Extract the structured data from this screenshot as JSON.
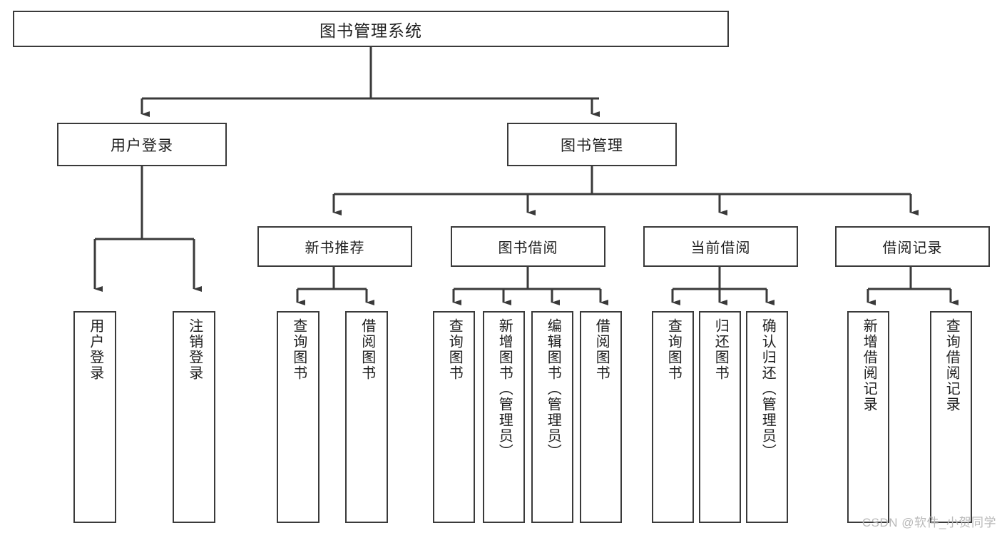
{
  "diagram": {
    "title": "图书管理系统",
    "type": "tree-hierarchy",
    "watermark": "CSDN @软件_小贺同学",
    "colors": {
      "box_border": "#3a3a3a",
      "text": "#1f1f1f",
      "background": "#ffffff",
      "connector": "#3a3a3a",
      "watermark": "#b9b9b9"
    },
    "nodes": {
      "root": {
        "label": "图书管理系统"
      },
      "level1": [
        {
          "label": "用户登录"
        },
        {
          "label": "图书管理"
        }
      ],
      "level2": [
        {
          "label": "新书推荐"
        },
        {
          "label": "图书借阅"
        },
        {
          "label": "当前借阅"
        },
        {
          "label": "借阅记录"
        }
      ],
      "leaves": {
        "user_login": [
          {
            "label": "用户登录"
          },
          {
            "label": "注销登录"
          }
        ],
        "new_book_recommend": [
          {
            "label": "查询图书"
          },
          {
            "label": "借阅图书"
          }
        ],
        "book_borrow": [
          {
            "label": "查询图书"
          },
          {
            "label": "新增图书（管理员）"
          },
          {
            "label": "编辑图书（管理员）"
          },
          {
            "label": "借阅图书"
          }
        ],
        "current_borrow": [
          {
            "label": "查询图书"
          },
          {
            "label": "归还图书"
          },
          {
            "label": "确认归还（管理员）"
          }
        ],
        "borrow_record": [
          {
            "label": "新增借阅记录"
          },
          {
            "label": "查询借阅记录"
          }
        ]
      }
    }
  }
}
